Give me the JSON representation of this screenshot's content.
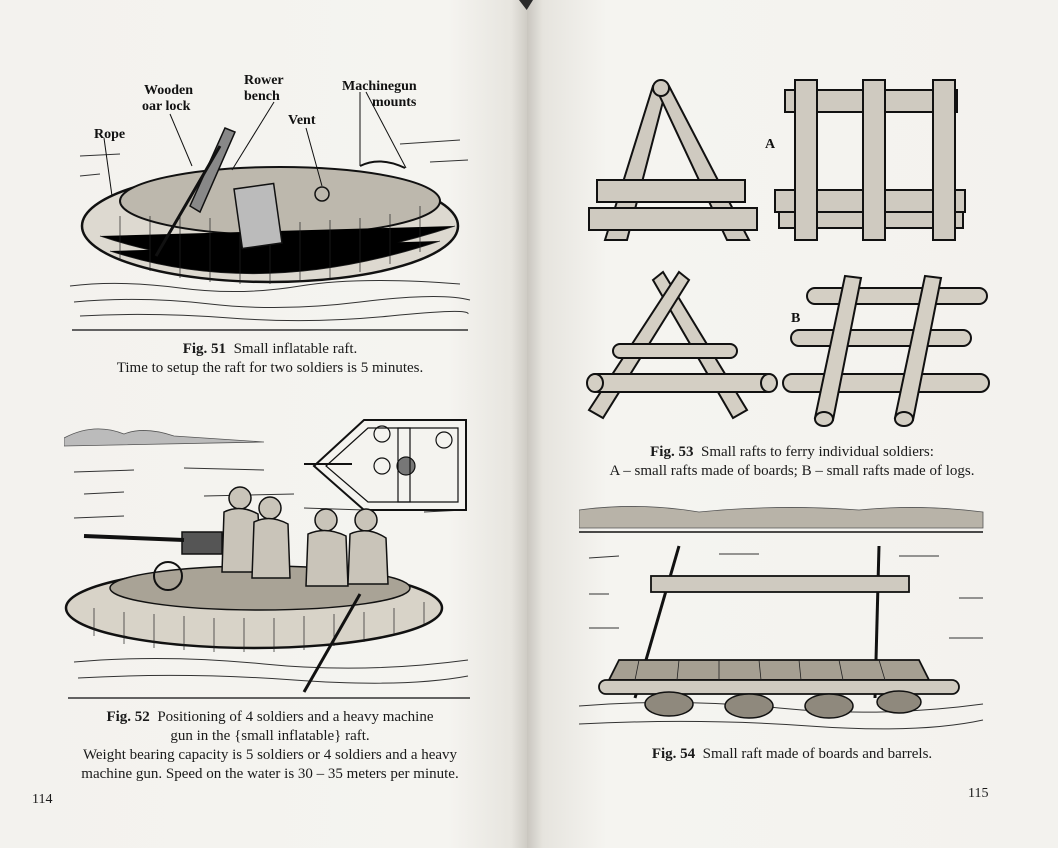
{
  "left_page": {
    "fig51": {
      "labels": {
        "wooden_line1": "Wooden",
        "wooden_line2": "oar lock",
        "rower_line1": "Rower",
        "rower_line2": "bench",
        "machinegun_line1": "Machinegun",
        "machinegun_line2": "mounts",
        "vent": "Vent",
        "rope": "Rope"
      },
      "caption_fig": "Fig. 51",
      "caption_text": "Small inflatable raft.",
      "caption_line2": "Time to setup the raft for two soldiers is 5 minutes."
    },
    "fig52": {
      "caption_fig": "Fig. 52",
      "caption_line1": "Positioning of 4 soldiers and a heavy machine",
      "caption_line2": "gun in the {small inflatable} raft.",
      "caption_line3": "Weight bearing capacity is 5 soldiers or 4 soldiers and a heavy",
      "caption_line4": "machine gun. Speed on the water is  30 – 35 meters per minute."
    },
    "page_number": "114"
  },
  "right_page": {
    "fig53": {
      "label_a": "A",
      "label_b": "B",
      "caption_fig": "Fig. 53",
      "caption_line1": "Small rafts to ferry individual soldiers:",
      "caption_line2": "A – small rafts made of boards; B – small rafts made of logs."
    },
    "fig54": {
      "caption_fig": "Fig. 54",
      "caption_text": "Small raft made of boards and barrels."
    },
    "page_number": "115"
  }
}
